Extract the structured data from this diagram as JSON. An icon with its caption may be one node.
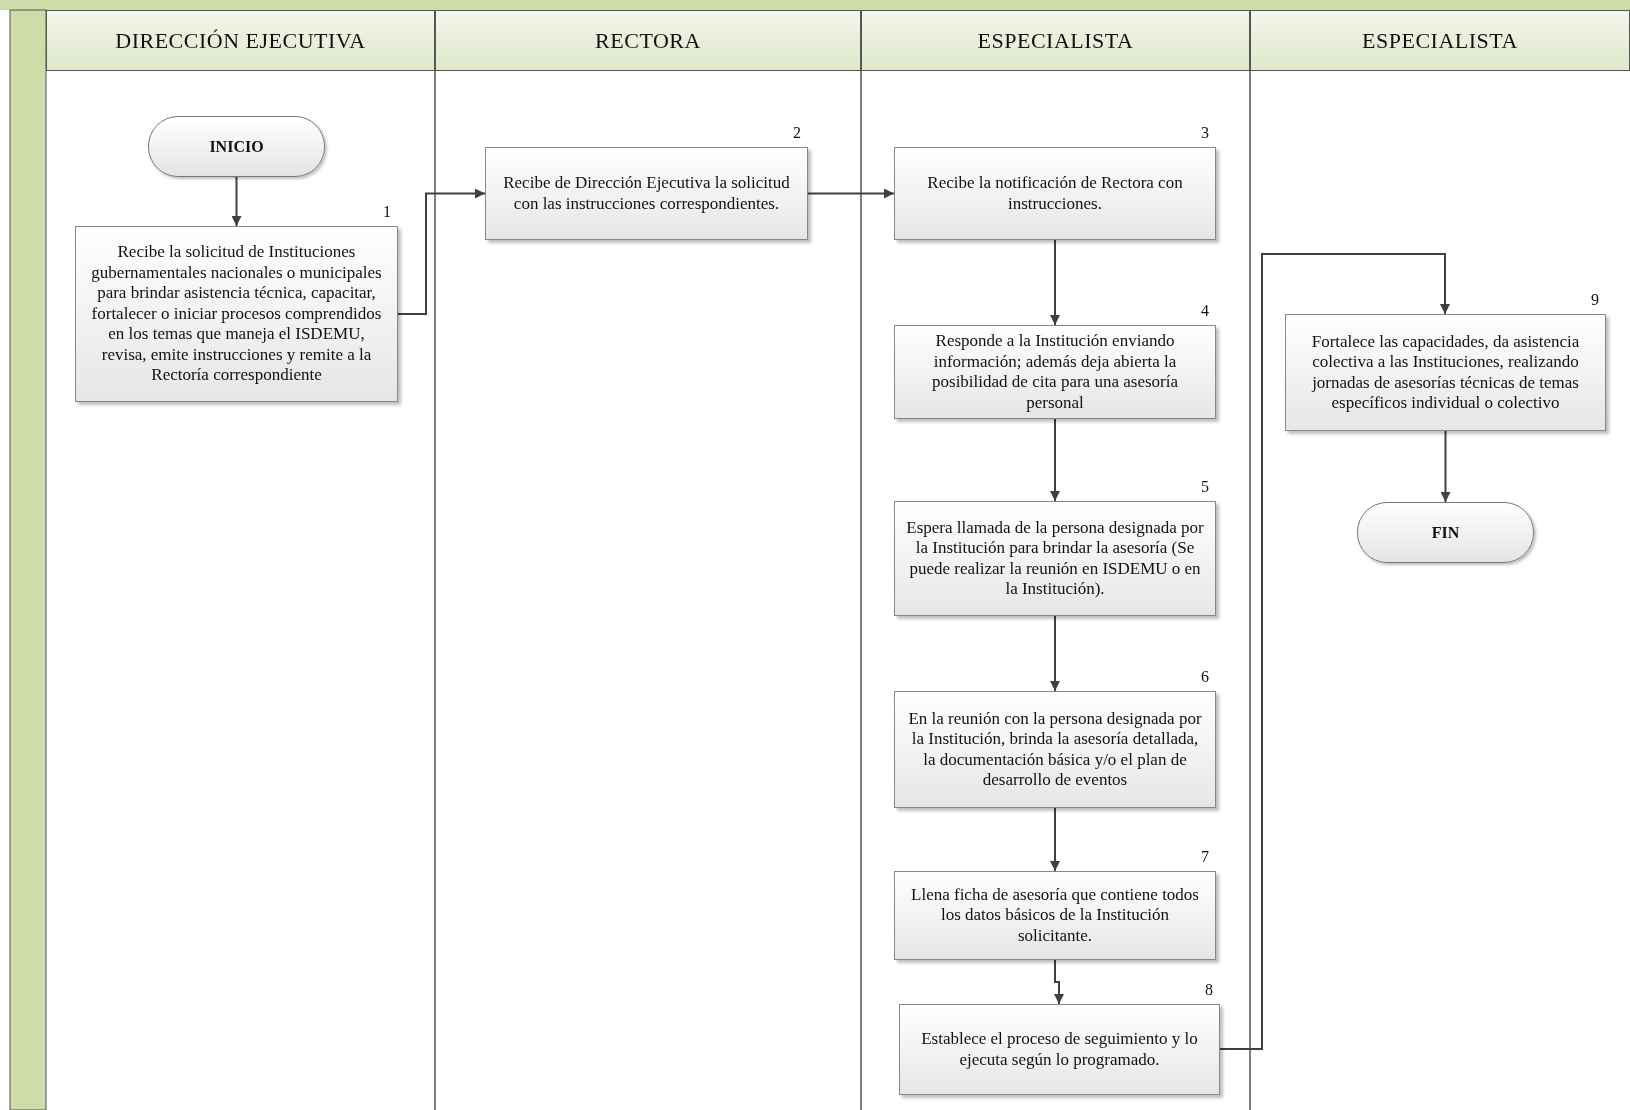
{
  "diagram": {
    "nodes": [
      {
        "text": [
          "DIRECCIÓN EJECUTIVA"
        ]
      },
      {
        "text": [
          "RECTORA"
        ]
      },
      {
        "text": [
          "ESPECIALISTA"
        ]
      },
      {
        "text": [
          "ESPECIALISTA"
        ]
      },
      {
        "text": [
          "INICIO"
        ]
      },
      {
        "text": [
          "Recibe la solicitud de Instituciones gubernamentales nacionales o municipales para brindar asistencia técnica, capacitar, fortalecer o iniciar procesos comprendidos en los temas que maneja el ISDEMU, revisa, emite instrucciones y remite a la Rectoría correspondiente"
        ],
        "beside": [
          "1"
        ]
      },
      {
        "text": [
          "Recibe de Dirección Ejecutiva la solicitud con las instrucciones correspondientes."
        ],
        "beside": [
          "2"
        ]
      },
      {
        "text": [
          "Recibe la notificación de Rectora con instrucciones."
        ],
        "beside": [
          "3"
        ]
      },
      {
        "text": [
          "Responde a la Institución enviando información; además deja abierta la posibilidad de  cita para una asesoría personal"
        ],
        "beside": [
          "4"
        ]
      },
      {
        "text": [
          "Espera llamada de la persona designada por la Institución para brindar la asesoría (Se puede realizar la reunión en ISDEMU o en la Institución)."
        ],
        "beside": [
          "5"
        ]
      },
      {
        "text": [
          "En la reunión con la persona designada por la Institución, brinda la asesoría detallada, la documentación básica y/o el plan de desarrollo de eventos"
        ],
        "beside": [
          "6"
        ]
      },
      {
        "text": [
          "Llena ficha de asesoría que contiene todos los datos básicos de la Institución solicitante."
        ],
        "beside": [
          "7"
        ]
      },
      {
        "text": [
          "Establece el proceso de seguimiento y lo ejecuta según lo programado."
        ],
        "beside": [
          "8"
        ]
      },
      {
        "text": [
          "Fortalece las capacidades, da asistencia colectiva a las Instituciones, realizando  jornadas de asesorías técnicas de temas específicos individual o colectivo"
        ],
        "beside": [
          "9"
        ]
      },
      {
        "text": [
          "FIN"
        ]
      }
    ],
    "edges": [
      {
        "from": 4,
        "to": 5,
        "arrow": "to"
      },
      {
        "from": 5,
        "to": 6,
        "arrow": "to"
      },
      {
        "from": 6,
        "to": 7,
        "arrow": "to"
      },
      {
        "from": 7,
        "to": 8,
        "arrow": "to"
      },
      {
        "from": 8,
        "to": 9,
        "arrow": "to"
      },
      {
        "from": 9,
        "to": 10,
        "arrow": "to"
      },
      {
        "from": 10,
        "to": 11,
        "arrow": "to"
      },
      {
        "from": 11,
        "to": 12,
        "arrow": "to"
      },
      {
        "from": 12,
        "to": 13,
        "arrow": "to"
      },
      {
        "from": 13,
        "to": 14,
        "arrow": "to"
      }
    ]
  }
}
